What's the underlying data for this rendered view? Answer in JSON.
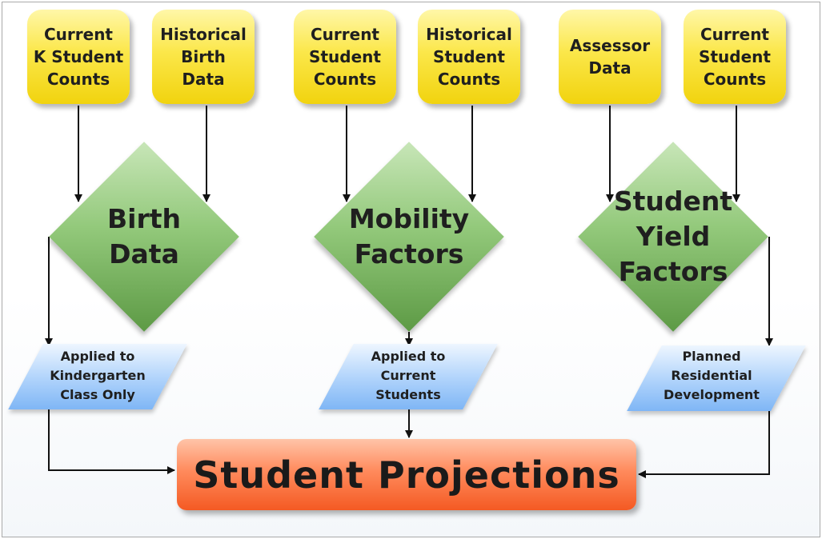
{
  "inputs": [
    {
      "label": "Current\nK Student\nCounts"
    },
    {
      "label": "Historical\nBirth\nData"
    },
    {
      "label": "Current\nStudent\nCounts"
    },
    {
      "label": "Historical\nStudent\nCounts"
    },
    {
      "label": "Assessor\nData"
    },
    {
      "label": "Current\nStudent\nCounts"
    }
  ],
  "factors": [
    {
      "label": "Birth\nData"
    },
    {
      "label": "Mobility\nFactors"
    },
    {
      "label": "Student\nYield\nFactors"
    }
  ],
  "applications": [
    {
      "label": "Applied to\nKindergarten\nClass Only"
    },
    {
      "label": "Applied to\nCurrent\nStudents"
    },
    {
      "label": "Planned\nResidential\nDevelopment"
    }
  ],
  "result": {
    "label": "Student Projections"
  },
  "colors": {
    "input_fill": "#f9e43c",
    "factor_fill": "#7fb866",
    "application_fill": "#a8cff9",
    "result_fill": "#ff7a45",
    "connector": "#111111"
  }
}
